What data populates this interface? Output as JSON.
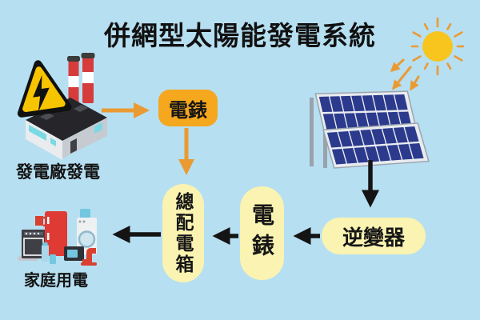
{
  "title": "併網型太陽能發電系統",
  "labels": {
    "power_plant": "發電廠發電",
    "household": "家庭用電"
  },
  "boxes": {
    "grid_meter": "電錶",
    "main_distribution_box": "總配電箱",
    "solar_meter": "電錶",
    "inverter": "逆變器"
  },
  "icons": {
    "sun": "sun-icon",
    "solar_panel": "solar-panel-icon",
    "power_plant": "power-plant-icon",
    "high_voltage_warning": "high-voltage-warning-icon",
    "home_appliances": "home-appliances-icon"
  },
  "colors": {
    "background": "#B6DFF1",
    "accent_orange_arrow": "#EA9A33",
    "meter_box_fill": "#F5A71E",
    "pale_yellow_fill": "#FAF3B1",
    "arrow_black": "#141414",
    "sun_yellow": "#F8C51F",
    "panel_cell_blue": "#2C3A8D",
    "chimney_red": "#D63C3C",
    "window_cyan": "#7AD9E4"
  }
}
